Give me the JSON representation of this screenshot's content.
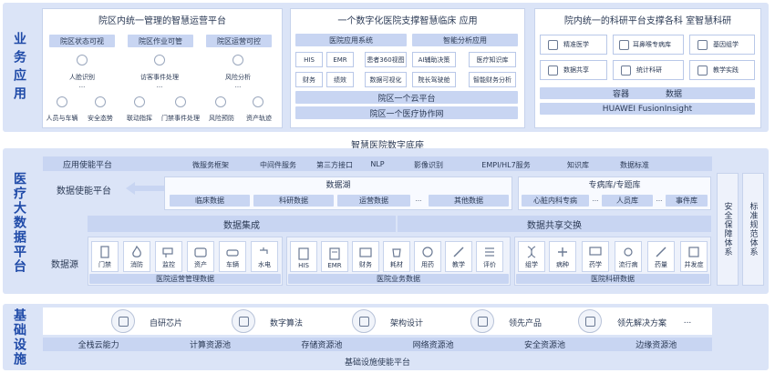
{
  "business": {
    "side_label": "业务应用",
    "panel1": {
      "title": "院区内统一管理的智慧运营平台",
      "headers": [
        "院区状态可视",
        "院区作业可管",
        "院区运营可控"
      ],
      "items_row1": [
        "人脸识别",
        "访客事件处理",
        "风险分析"
      ],
      "items_row2": [
        "人员与车辆",
        "安全态势",
        "联动指挥",
        "门禁事件处理",
        "风险预防",
        "资产轨迹"
      ],
      "ellipsis": "..."
    },
    "panel2": {
      "title": "一个数字化医院支撑智慧临床 应用",
      "left_header": "医院应用系统",
      "right_header": "智能分析应用",
      "row1": [
        "HIS",
        "EMR",
        "患者360视图",
        "AI辅助决策",
        "医疗知识库"
      ],
      "row2": [
        "财务",
        "绩效",
        "数据可视化",
        "院长驾驶舱",
        "智能财务分析"
      ],
      "cloud": "院区一个云平台",
      "collab": "院区一个医疗协作网"
    },
    "panel3": {
      "title": "院内统一的科研平台支撑各科 室智慧科研",
      "row1": [
        "精准医学",
        "耳鼻喉专病库",
        "基因组学"
      ],
      "row2": [
        "数据共享",
        "统计科研",
        "教学实践"
      ],
      "bar1": [
        "容器",
        "数据"
      ],
      "bar2": "HUAWEI FusionInsight"
    }
  },
  "base_title": "智慧医院数字底座",
  "bigdata": {
    "side_label": "医疗大数据平台",
    "enable_label": "应用使能平台",
    "enable_items": [
      "微服务框架",
      "中间件服务",
      "第三方接口",
      "NLP",
      "影像识别",
      "EMPI/HL7服务",
      "知识库",
      "数据标准"
    ],
    "data_enable": "数据使能平台",
    "lake": {
      "title": "数据湖",
      "items": [
        "临床数据",
        "科研数据",
        "运营数据",
        "其他数据"
      ],
      "ellipsis": "..."
    },
    "special": {
      "title": "专病库/专题库",
      "items": [
        "心脏内科专病",
        "人员库",
        "事件库"
      ],
      "ellipsis": "..."
    },
    "integration": "数据集成",
    "exchange": "数据共享交换",
    "datasource": "数据源",
    "groups": [
      {
        "name": "医院运营管理数据",
        "items": [
          "门禁",
          "消防",
          "监控",
          "资产",
          "车辆",
          "水电"
        ]
      },
      {
        "name": "医院业务数据",
        "items": [
          "HIS",
          "EMR",
          "财务",
          "耗材",
          "用药",
          "教学",
          "评价"
        ]
      },
      {
        "name": "医院科研数据",
        "items": [
          "组学",
          "病种",
          "药学",
          "流行病",
          "药量",
          "并发症"
        ]
      }
    ],
    "security": "安全保障体系",
    "standard": "标准规范体系"
  },
  "infra": {
    "side_label": "基础设施",
    "features": [
      "自研芯片",
      "数字算法",
      "架构设计",
      "领先产品",
      "领先解决方案"
    ],
    "ellipsis": "...",
    "row": [
      "全栈云能力",
      "计算资源池",
      "存储资源池",
      "网络资源池",
      "安全资源池",
      "边缘资源池"
    ],
    "bottom": "基础设施使能平台"
  }
}
